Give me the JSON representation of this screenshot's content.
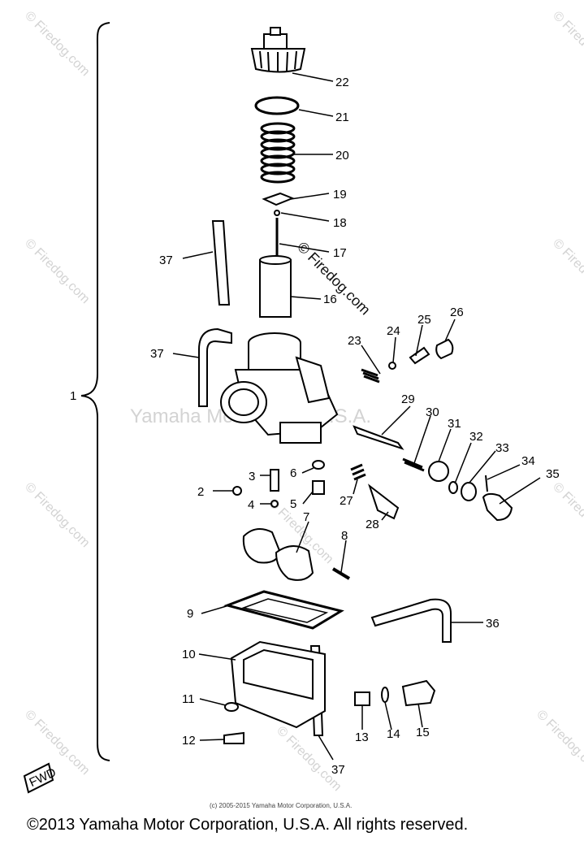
{
  "diagram": {
    "labels": {
      "p1": "1",
      "p2": "2",
      "p3": "3",
      "p4": "4",
      "p5": "5",
      "p6": "6",
      "p7": "7",
      "p8": "8",
      "p9": "9",
      "p10": "10",
      "p11": "11",
      "p12": "12",
      "p13": "13",
      "p14": "14",
      "p15": "15",
      "p16": "16",
      "p17": "17",
      "p18": "18",
      "p19": "19",
      "p20": "20",
      "p21": "21",
      "p22": "22",
      "p23": "23",
      "p24": "24",
      "p25": "25",
      "p26": "26",
      "p27": "27",
      "p28": "28",
      "p29": "29",
      "p30": "30",
      "p31": "31",
      "p32": "32",
      "p33": "33",
      "p34": "34",
      "p35": "35",
      "p36": "36",
      "p37a": "37",
      "p37b": "37",
      "p37c": "37"
    },
    "fwd_label": "FWD",
    "watermark_center": "Yamaha Motor Corp, U.S.A.",
    "watermark_firedog": "© Firedog.com",
    "small_copyright": "(c) 2005-2015 Yamaha Motor Corporation, U.S.A."
  },
  "footer": {
    "copyright": "©2013 Yamaha Motor Corporation, U.S.A. All rights reserved."
  }
}
